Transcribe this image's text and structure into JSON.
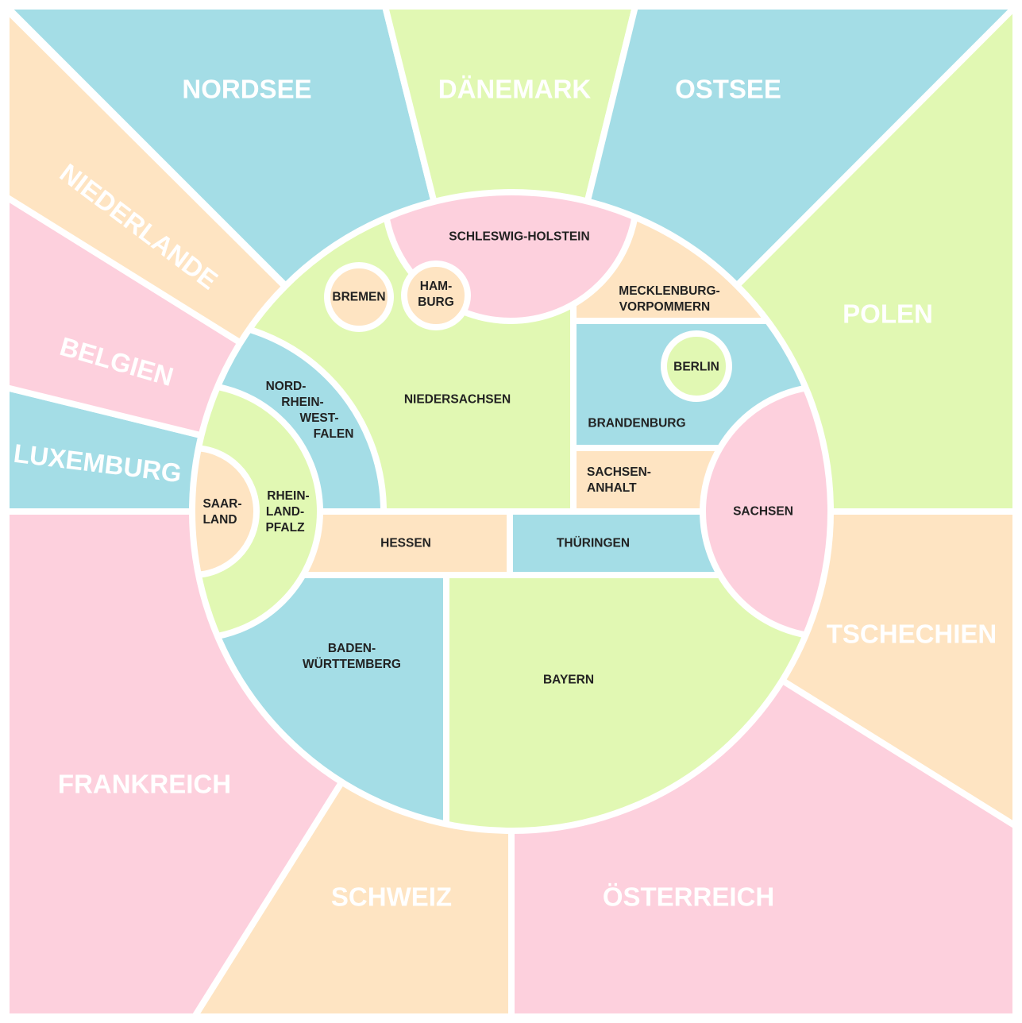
{
  "palette": {
    "blue": "#a4dde6",
    "green": "#e1f8b3",
    "peach": "#fee4c2",
    "pink": "#fdd0dd",
    "text": "#222222"
  },
  "countries": {
    "nordsee": "NORDSEE",
    "daenemark": "DÄNEMARK",
    "ostsee": "OSTSEE",
    "polen": "POLEN",
    "tschechien": "TSCHECHIEN",
    "oesterreich": "ÖSTERREICH",
    "schweiz": "SCHWEIZ",
    "frankreich": "FRANKREICH",
    "luxemburg": "LUXEMBURG",
    "belgien": "BELGIEN",
    "niederlande": "NIEDERLANDE"
  },
  "states": {
    "schleswig_holstein": [
      "SCHLESWIG-HOLSTEIN"
    ],
    "bremen": [
      "BREMEN"
    ],
    "hamburg": [
      "HAM-",
      "BURG"
    ],
    "mecklenburg_vorpommern": [
      "MECKLENBURG-",
      "VORPOMMERN"
    ],
    "berlin": [
      "BERLIN"
    ],
    "brandenburg": [
      "BRANDENBURG"
    ],
    "niedersachsen": [
      "NIEDERSACHSEN"
    ],
    "nordrhein_westfalen": [
      "NORD-",
      "RHEIN-",
      "WEST-",
      "FALEN"
    ],
    "saarland": [
      "SAAR-",
      "LAND"
    ],
    "rheinland_pfalz": [
      "RHEIN-",
      "LAND-",
      "PFALZ"
    ],
    "hessen": [
      "HESSEN"
    ],
    "thueringen": [
      "THÜRINGEN"
    ],
    "sachsen_anhalt": [
      "SACHSEN-",
      "ANHALT"
    ],
    "sachsen": [
      "SACHSEN"
    ],
    "baden_wuerttemberg": [
      "BADEN-",
      "WÜRTTEMBERG"
    ],
    "bayern": [
      "BAYERN"
    ]
  }
}
